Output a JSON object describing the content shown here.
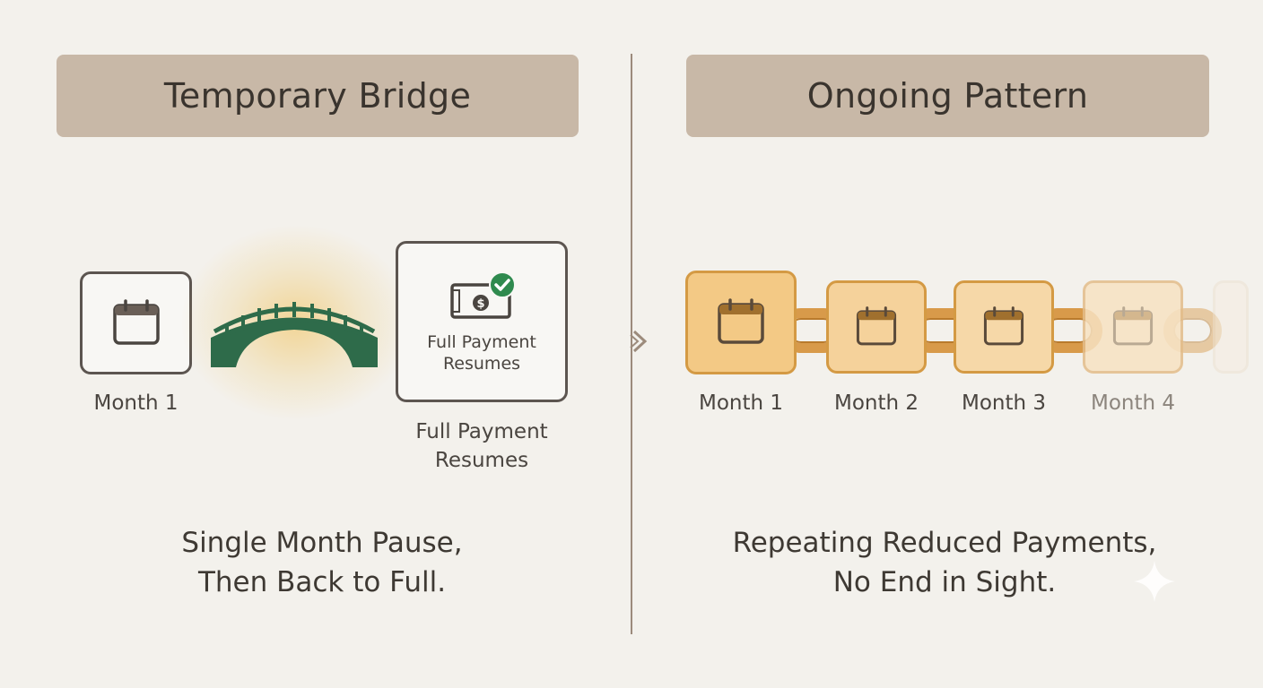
{
  "left_panel": {
    "title": "Temporary Bridge",
    "start_label": "Month 1",
    "card_text_line1": "Full Payment",
    "card_text_line2": "Resumes",
    "card_caption_line1": "Full Payment",
    "card_caption_line2": "Resumes",
    "caption_line1": "Single Month Pause,",
    "caption_line2": "Then Back to Full."
  },
  "right_panel": {
    "title": "Ongoing Pattern",
    "months": [
      "Month 1",
      "Month 2",
      "Month 3",
      "Month 4"
    ],
    "caption_line1": "Repeating Reduced Payments,",
    "caption_line2": "No End in Sight."
  },
  "icons": {
    "calendar": "calendar-icon",
    "bridge": "bridge-icon",
    "payment": "money-check-icon",
    "chain": "chain-link-icon",
    "chevron": "chevron-right-icon",
    "sparkle": "sparkle-icon"
  },
  "colors": {
    "header_bg": "#c8b8a7",
    "bridge_green": "#2e6b4a",
    "check_green": "#2f8a4e",
    "chain_orange": "#d89a4a",
    "chain_box_fill": "#f4cf92"
  }
}
